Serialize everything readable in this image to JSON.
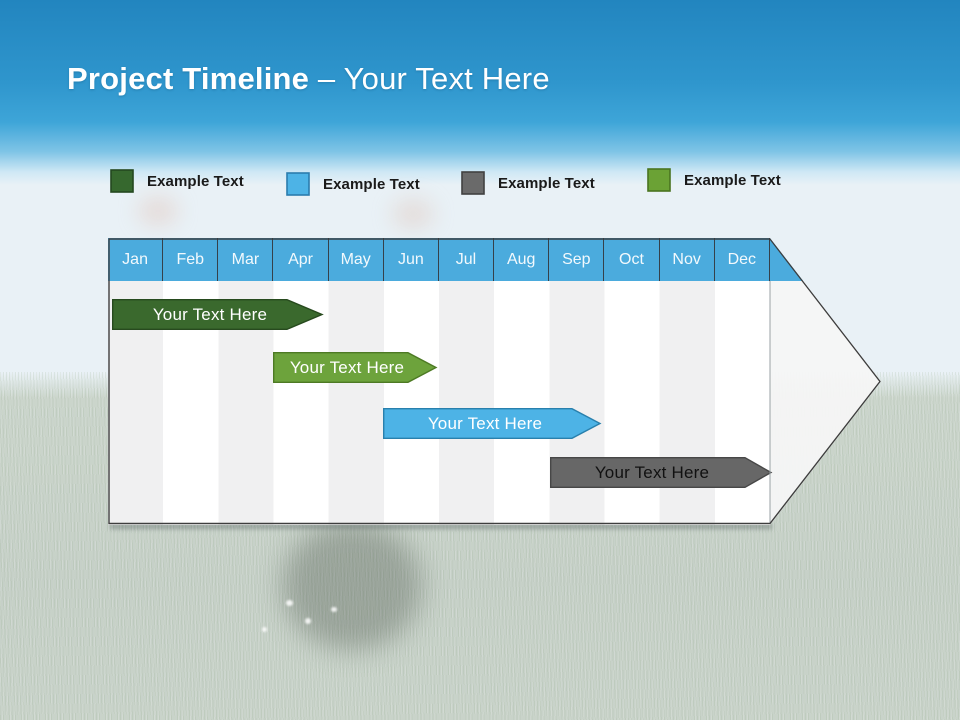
{
  "slide": {
    "title_bold": "Project Timeline ",
    "title_rest": "– Your Text Here"
  },
  "legend": {
    "items": [
      {
        "label": "Example Text",
        "color": "#36682e",
        "border": "#24481f"
      },
      {
        "label": "Example Text",
        "color": "#4db3e6",
        "border": "#2b7cae"
      },
      {
        "label": "Example Text",
        "color": "#6a6a6a",
        "border": "#414141"
      },
      {
        "label": "Example Text",
        "color": "#6ba235",
        "border": "#4a7420"
      }
    ]
  },
  "timeline": {
    "header_color": "#4babdd",
    "months": [
      "Jan",
      "Feb",
      "Mar",
      "Apr",
      "May",
      "Jun",
      "Jul",
      "Aug",
      "Sep",
      "Oct",
      "Nov",
      "Dec"
    ],
    "bars": [
      {
        "label": "Your Text Here",
        "color": "#3a692d",
        "border": "#274a1e",
        "text_color": "#ffffff"
      },
      {
        "label": "Your Text Here",
        "color": "#6da33c",
        "border": "#4d7a24",
        "text_color": "#ffffff"
      },
      {
        "label": "Your Text Here",
        "color": "#4db3e6",
        "border": "#2980ad",
        "text_color": "#ffffff"
      },
      {
        "label": "Your Text Here",
        "color": "#676767",
        "border": "#474747",
        "text_color": "#111111"
      }
    ]
  }
}
